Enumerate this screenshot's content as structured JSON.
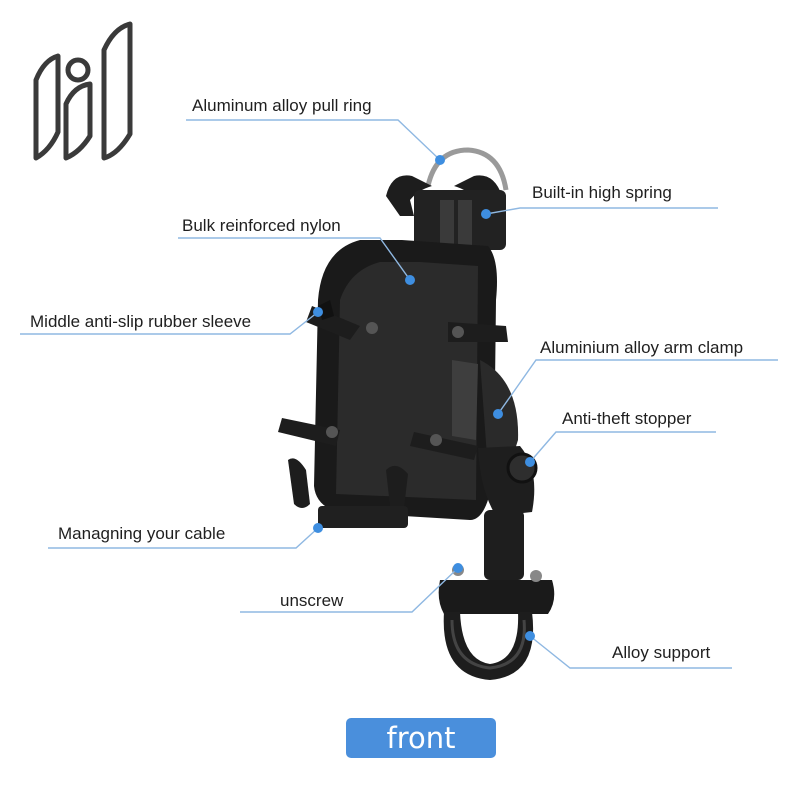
{
  "colors": {
    "accent": "#4a90d9",
    "leader_line": "#8fb8e2",
    "badge": "#4a8fdc",
    "logo": "#3a3a3a",
    "product": "#1d1d1d",
    "text": "#1f1f1f"
  },
  "logo": {
    "icon": "brand-logo-icon"
  },
  "product": {
    "icon": "bike-phone-holder-icon"
  },
  "callouts": [
    {
      "id": "pull-ring",
      "label": "Aluminum alloy pull ring"
    },
    {
      "id": "high-spring",
      "label": "Built-in high spring"
    },
    {
      "id": "reinforced-nylon",
      "label": "Bulk reinforced nylon"
    },
    {
      "id": "rubber-sleeve",
      "label": "Middle anti-slip rubber sleeve"
    },
    {
      "id": "arm-clamp",
      "label": "Aluminium alloy arm clamp"
    },
    {
      "id": "anti-theft",
      "label": "Anti-theft stopper"
    },
    {
      "id": "cable",
      "label": "Managning your cable"
    },
    {
      "id": "unscrew",
      "label": "unscrew"
    },
    {
      "id": "alloy-support",
      "label": "Alloy support"
    }
  ],
  "badge": {
    "label": "front"
  }
}
